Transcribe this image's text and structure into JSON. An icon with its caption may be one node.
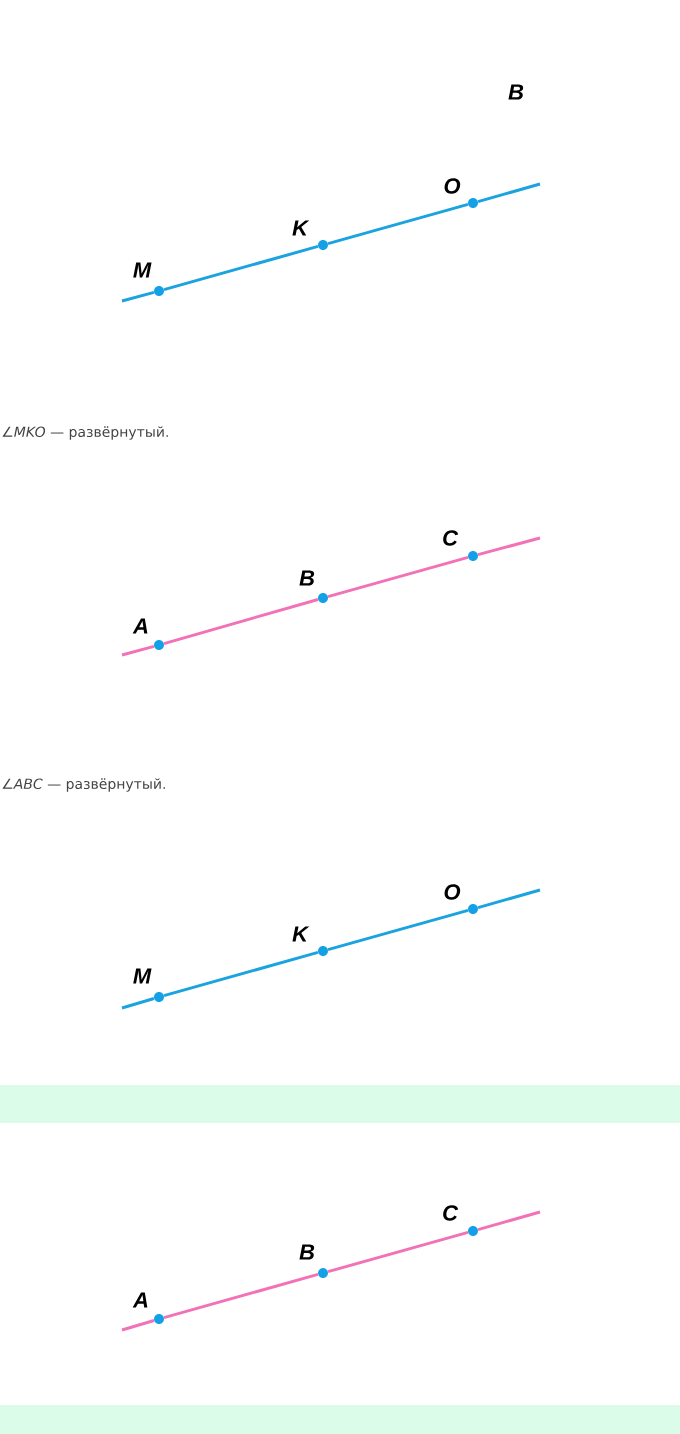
{
  "diagram": {
    "nodes": [
      {
        "text": [],
        "shape": "circle",
        "beside": [
          "M"
        ]
      },
      {
        "text": [],
        "shape": "circle",
        "beside": [
          "K"
        ]
      },
      {
        "text": [],
        "shape": "circle",
        "beside": [
          "O"
        ]
      },
      {
        "text": [],
        "shape": "circle",
        "beside": [
          "A"
        ]
      },
      {
        "text": [],
        "shape": "circle",
        "beside": [
          "B"
        ]
      },
      {
        "text": [],
        "shape": "circle",
        "beside": [
          "C"
        ]
      },
      {
        "text": [],
        "shape": "circle",
        "beside": [
          "M"
        ]
      },
      {
        "text": [],
        "shape": "circle",
        "beside": [
          "K"
        ]
      },
      {
        "text": [],
        "shape": "circle",
        "beside": [
          "O"
        ]
      },
      {
        "text": [],
        "shape": "circle",
        "beside": [
          "A"
        ]
      },
      {
        "text": [],
        "shape": "circle",
        "beside": [
          "B"
        ]
      },
      {
        "text": [],
        "shape": "circle",
        "beside": [
          "C"
        ]
      }
    ],
    "edges": [
      {
        "from": null,
        "to": 0,
        "arrow": "none",
        "color": "#1ba3e0"
      },
      {
        "from": 0,
        "to": 1,
        "arrow": "none",
        "color": "#1ba3e0"
      },
      {
        "from": 1,
        "to": 2,
        "arrow": "none",
        "color": "#1ba3e0"
      },
      {
        "from": 2,
        "to": null,
        "arrow": "none",
        "color": "#1ba3e0"
      },
      {
        "from": null,
        "to": 3,
        "arrow": "none",
        "color": "#f272b8"
      },
      {
        "from": 3,
        "to": 4,
        "arrow": "none",
        "color": "#f272b8"
      },
      {
        "from": 4,
        "to": 5,
        "arrow": "none",
        "color": "#f272b8"
      },
      {
        "from": 5,
        "to": null,
        "arrow": "none",
        "color": "#f272b8"
      },
      {
        "from": null,
        "to": 6,
        "arrow": "none",
        "color": "#1ba3e0"
      },
      {
        "from": 6,
        "to": 7,
        "arrow": "none",
        "color": "#1ba3e0"
      },
      {
        "from": 7,
        "to": 8,
        "arrow": "none",
        "color": "#1ba3e0"
      },
      {
        "from": 8,
        "to": null,
        "arrow": "none",
        "color": "#1ba3e0"
      },
      {
        "from": null,
        "to": 9,
        "arrow": "none",
        "color": "#f272b8"
      },
      {
        "from": 9,
        "to": 10,
        "arrow": "none",
        "color": "#f272b8"
      },
      {
        "from": 10,
        "to": 11,
        "arrow": "none",
        "color": "#f272b8"
      },
      {
        "from": 11,
        "to": null,
        "arrow": "none",
        "color": "#f272b8"
      }
    ],
    "labels": [
      "B",
      "∠*MKO* — развёрнутый.",
      "∠*ABC* — развёрнутый."
    ]
  }
}
